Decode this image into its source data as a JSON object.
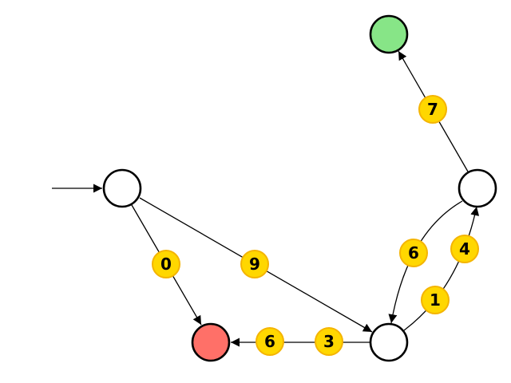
{
  "colors": {
    "node_fill": "#ffffff",
    "start_marker": "#000000",
    "accept_fill": "#87e587",
    "reject_fill": "#ff7068",
    "badge_fill": "#ffd700",
    "badge_stroke": "#f4b400"
  },
  "diagram": {
    "nodes": [
      {
        "id": "start",
        "kind": "initial"
      },
      {
        "id": "reject",
        "kind": "rejecting"
      },
      {
        "id": "middle",
        "kind": "normal"
      },
      {
        "id": "right",
        "kind": "normal"
      },
      {
        "id": "accept",
        "kind": "accepting"
      }
    ],
    "edges": [
      {
        "id": "e-start-reject",
        "from": "start",
        "to": "reject",
        "label": "0"
      },
      {
        "id": "e-start-middle",
        "from": "start",
        "to": "middle",
        "label": "9"
      },
      {
        "id": "e-middle-reject",
        "from": "middle",
        "to": "reject",
        "labels": [
          "3",
          "6"
        ]
      },
      {
        "id": "e-middle-right",
        "from": "middle",
        "to": "right",
        "labels": [
          "1",
          "4"
        ]
      },
      {
        "id": "e-right-middle",
        "from": "right",
        "to": "middle",
        "label": "6"
      },
      {
        "id": "e-right-accept",
        "from": "right",
        "to": "accept",
        "label": "7"
      }
    ]
  }
}
